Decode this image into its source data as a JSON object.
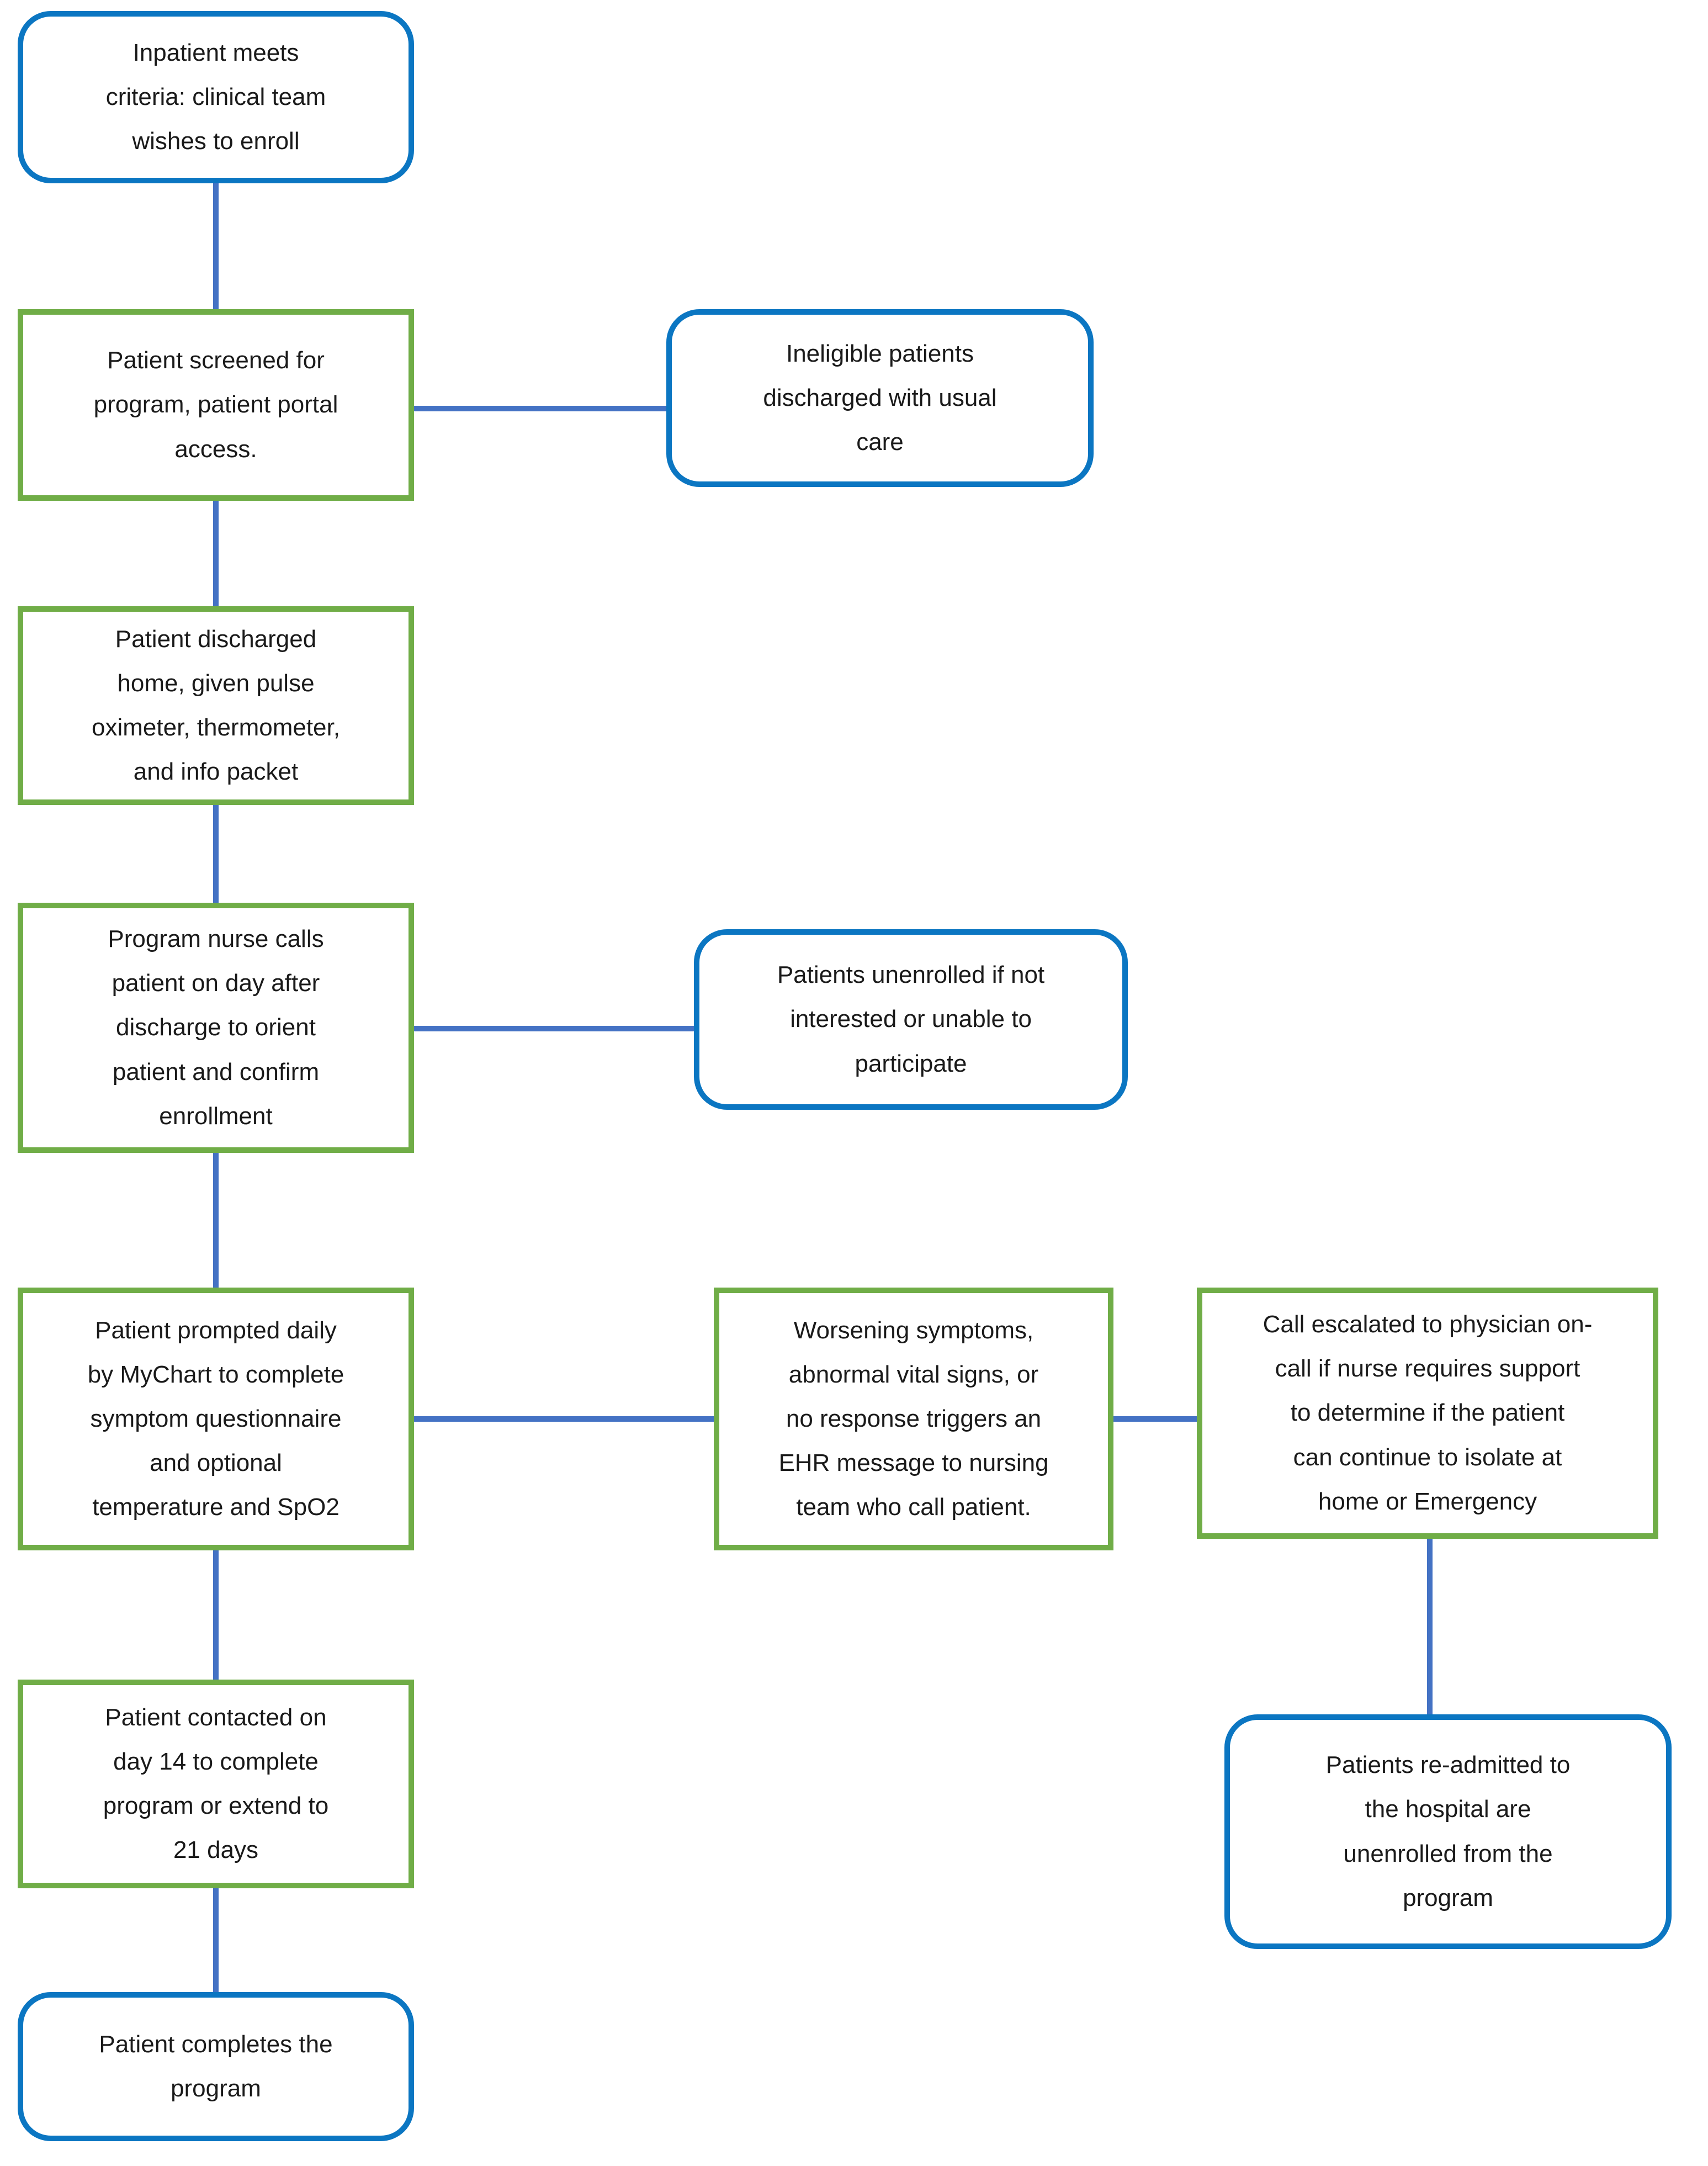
{
  "diagram": {
    "type": "flowchart",
    "colors": {
      "process_border": "#70AD47",
      "terminal_border": "#0b76c2",
      "connector": "#4472C4",
      "text": "#1a1a1a",
      "background": "#ffffff"
    },
    "nodes": [
      {
        "id": "inpatient-meets-criteria",
        "shape": "rounded",
        "text": "Inpatient meets\ncriteria: clinical team\nwishes to enroll"
      },
      {
        "id": "patient-screened",
        "shape": "rect",
        "text": "Patient screened for\nprogram, patient portal\naccess."
      },
      {
        "id": "ineligible-discharged",
        "shape": "rounded",
        "text": "Ineligible patients\ndischarged with usual\ncare"
      },
      {
        "id": "patient-discharged-home",
        "shape": "rect",
        "text": "Patient discharged\nhome, given pulse\noximeter, thermometer,\nand info packet"
      },
      {
        "id": "nurse-orientation-call",
        "shape": "rect",
        "text": "Program nurse calls\npatient on day after\ndischarge to orient\npatient and confirm\nenrollment"
      },
      {
        "id": "unenrolled-not-interested",
        "shape": "rounded",
        "text": "Patients unenrolled if not\ninterested or unable to\nparticipate"
      },
      {
        "id": "daily-mychart-prompt",
        "shape": "rect",
        "text": "Patient prompted daily\nby MyChart to complete\nsymptom questionnaire\nand optional\ntemperature and SpO2"
      },
      {
        "id": "worsening-triggers-ehr",
        "shape": "rect",
        "text": "Worsening symptoms,\nabnormal vital signs, or\nno response triggers an\nEHR message to nursing\nteam who call patient."
      },
      {
        "id": "escalation-physician",
        "shape": "rect",
        "text": "Call escalated to physician on-\ncall if nurse requires support\nto determine if the patient\ncan continue to isolate at\nhome or Emergency"
      },
      {
        "id": "day14-contact",
        "shape": "rect",
        "text": "Patient contacted on\nday 14 to complete\nprogram or extend to\n21 days"
      },
      {
        "id": "readmitted-unenrolled",
        "shape": "rounded",
        "text": "Patients re-admitted to\nthe hospital are\nunenrolled from the\nprogram"
      },
      {
        "id": "program-complete",
        "shape": "rounded",
        "text": "Patient completes the\nprogram"
      }
    ],
    "edges": [
      "inpatient-meets-criteria -> patient-screened",
      "patient-screened -> ineligible-discharged",
      "patient-screened -> patient-discharged-home",
      "patient-discharged-home -> nurse-orientation-call",
      "nurse-orientation-call -> unenrolled-not-interested",
      "nurse-orientation-call -> daily-mychart-prompt",
      "daily-mychart-prompt -> worsening-triggers-ehr",
      "worsening-triggers-ehr -> escalation-physician",
      "escalation-physician -> readmitted-unenrolled",
      "daily-mychart-prompt -> day14-contact",
      "day14-contact -> program-complete"
    ]
  }
}
